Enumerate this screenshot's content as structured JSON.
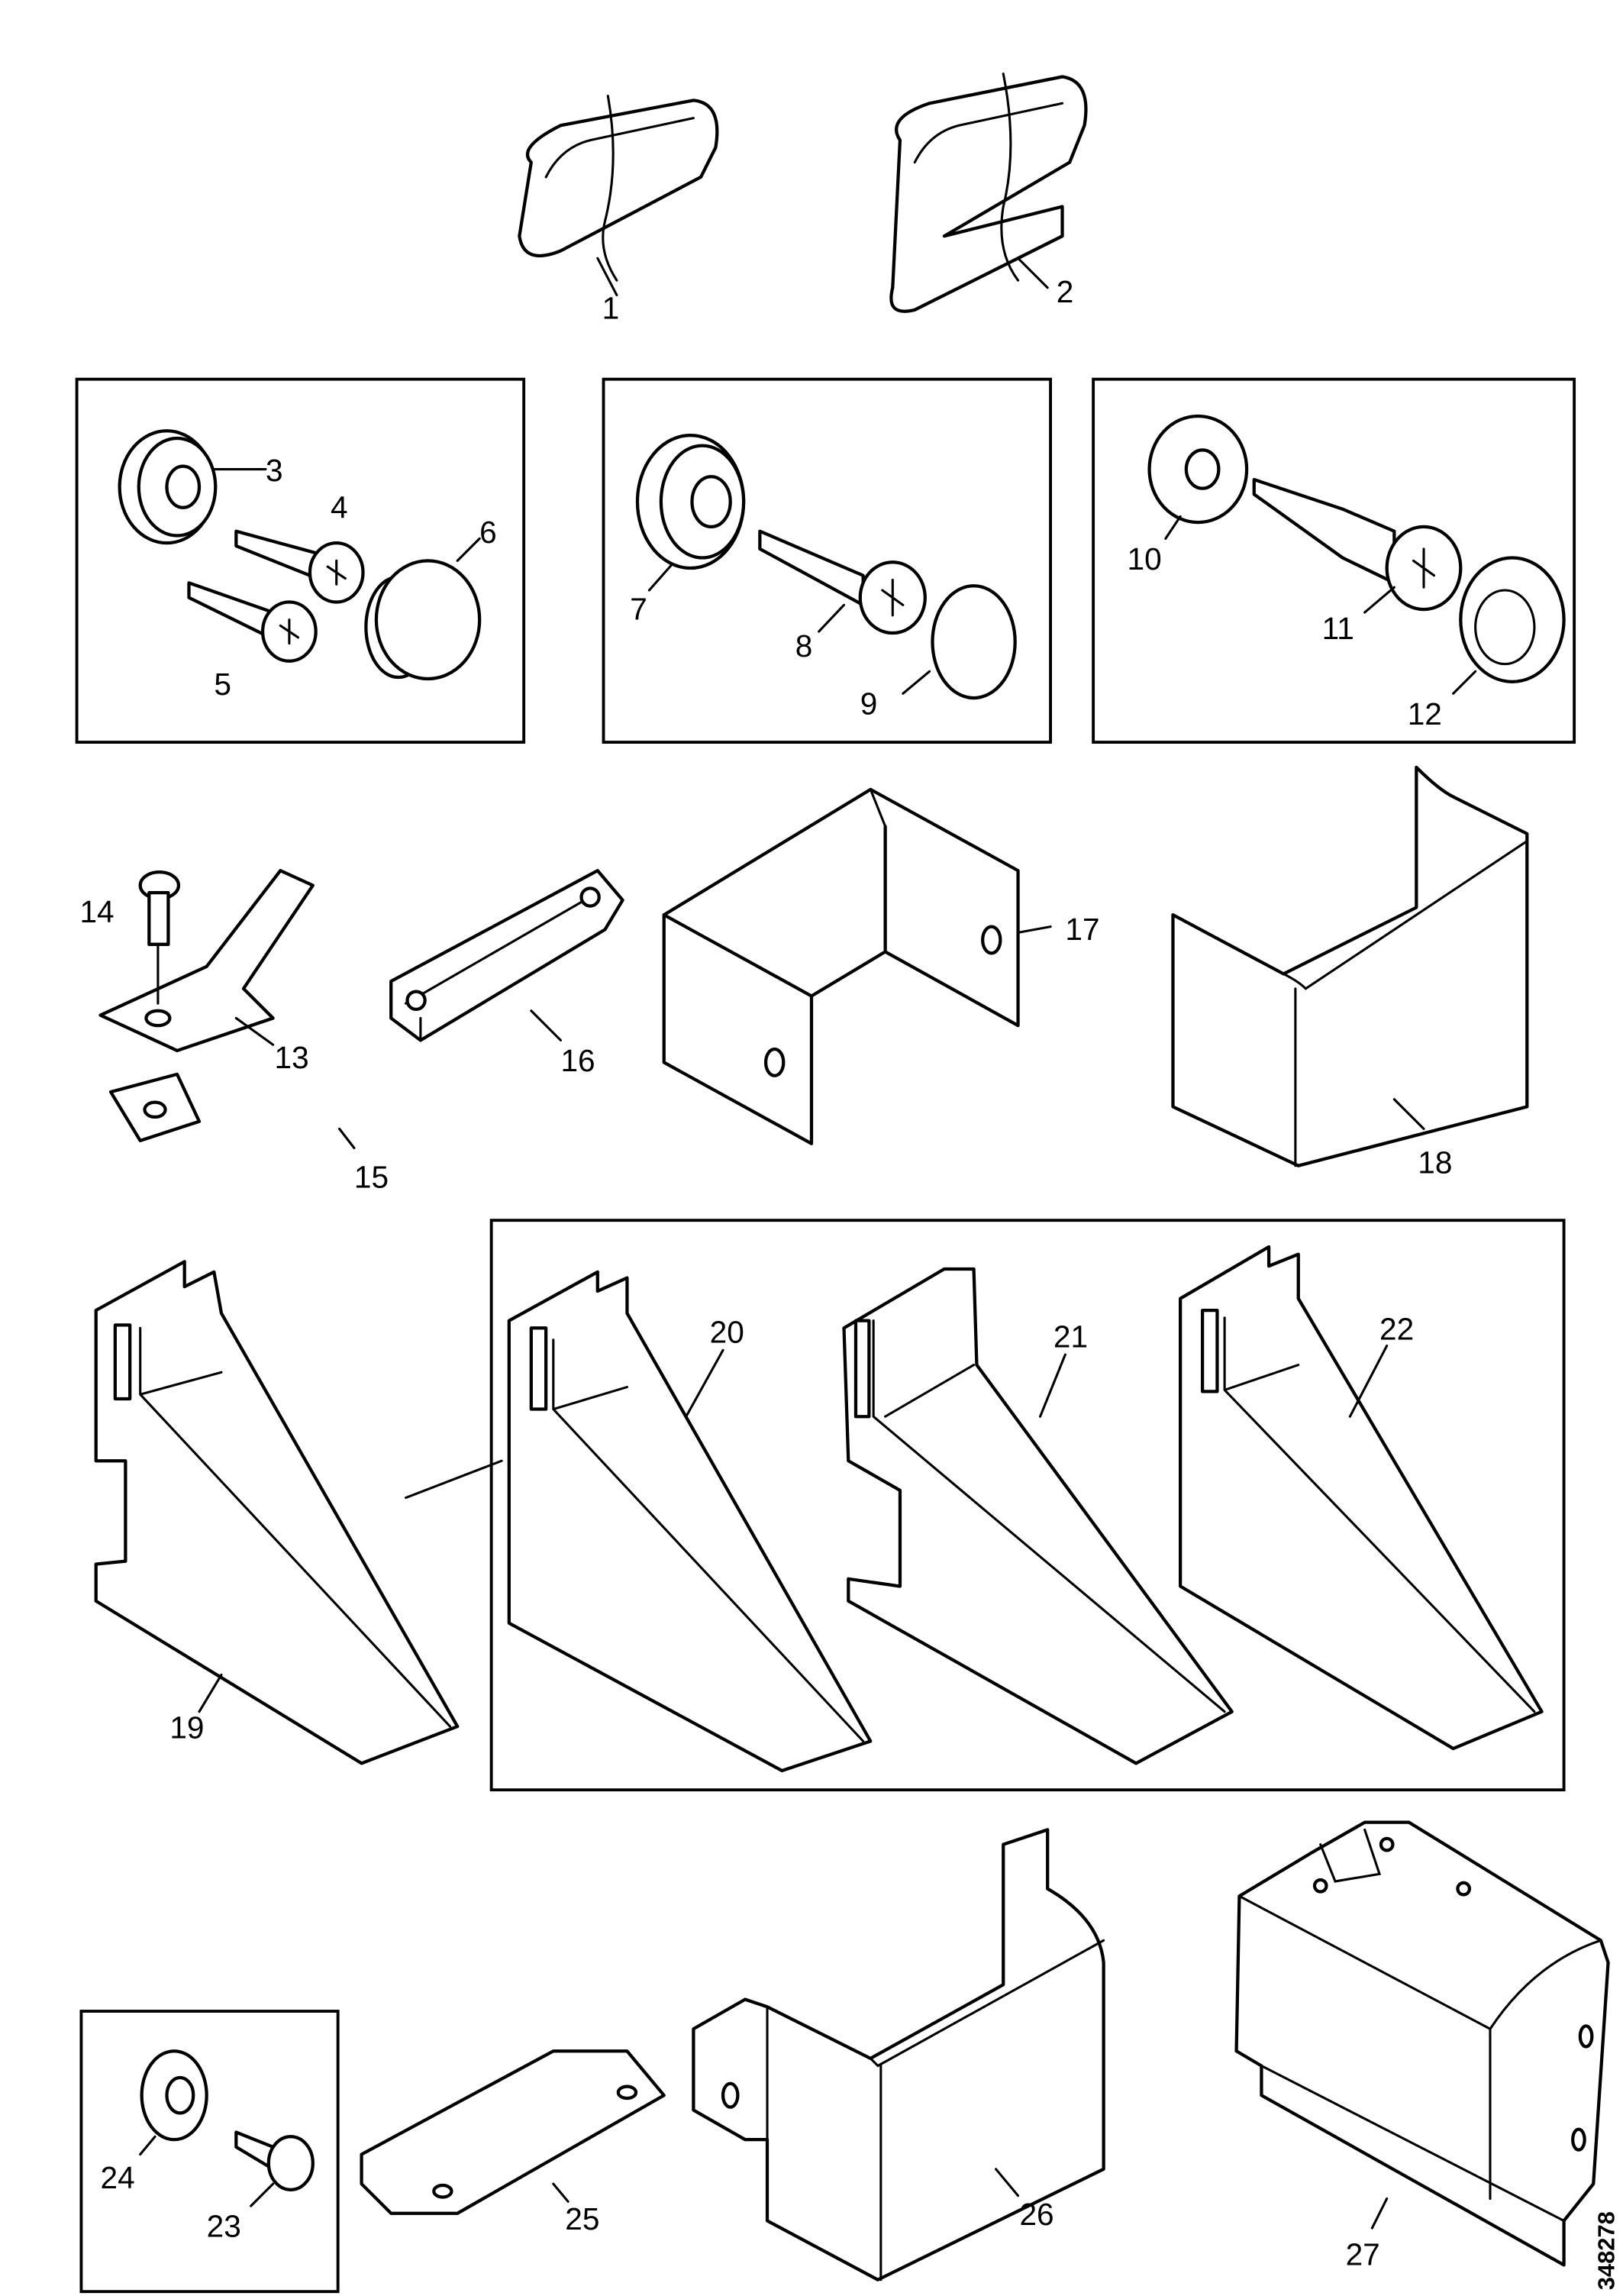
{
  "diagram": {
    "title": "Exploded parts illustration",
    "illustration_id": "348278",
    "callouts": [
      "1",
      "2",
      "3",
      "4",
      "5",
      "6",
      "7",
      "8",
      "9",
      "10",
      "11",
      "12",
      "13",
      "14",
      "15",
      "16",
      "17",
      "18",
      "19",
      "20",
      "21",
      "22",
      "23",
      "24",
      "25",
      "26",
      "27"
    ]
  }
}
